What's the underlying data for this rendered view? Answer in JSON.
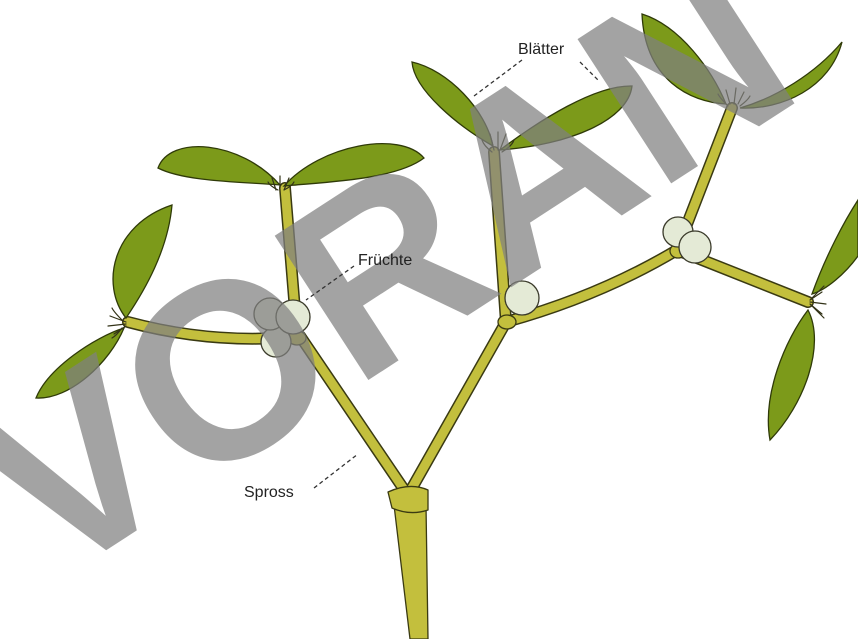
{
  "labels": {
    "leaves": "Blätter",
    "fruits": "Früchte",
    "shoot": "Spross"
  },
  "watermark": "VORAN",
  "colors": {
    "stem": "#c3bf3d",
    "leaf": "#7c9a1a",
    "berry": "#e4ead6",
    "outline": "#3a3a12",
    "watermark": "#808080"
  }
}
